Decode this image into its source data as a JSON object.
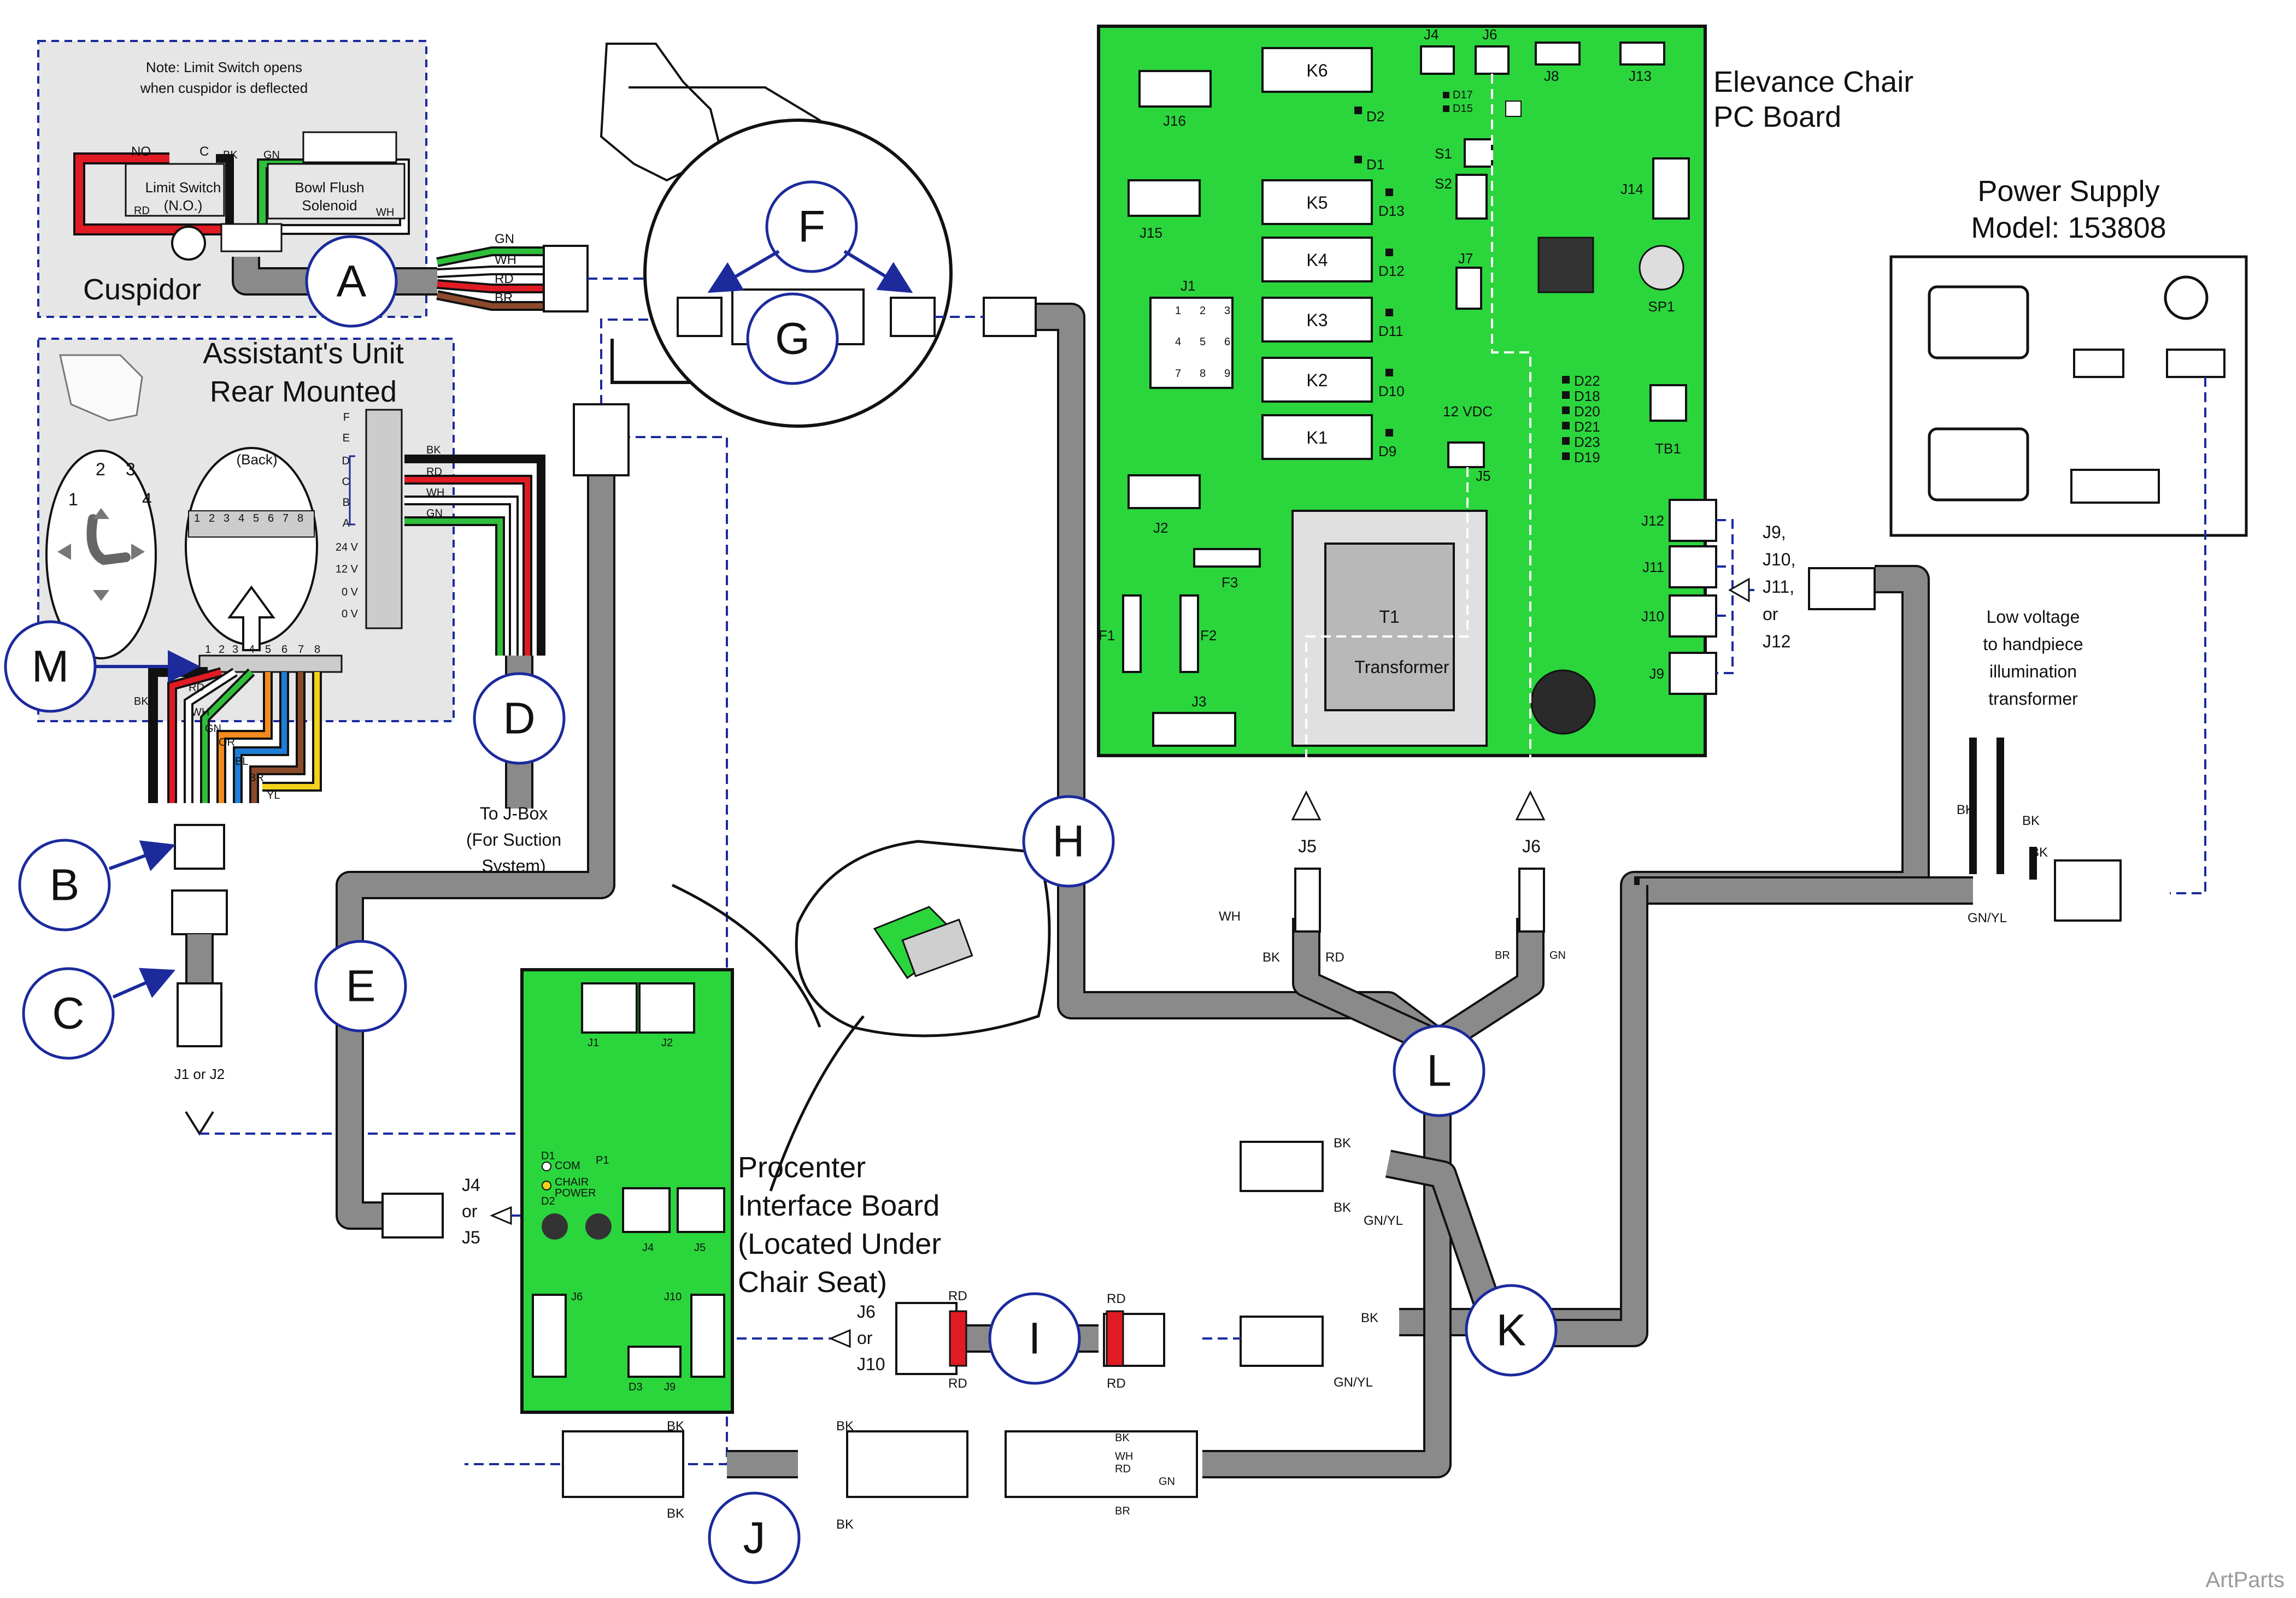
{
  "callouts": {
    "A": "A",
    "B": "B",
    "C": "C",
    "D": "D",
    "E": "E",
    "F": "F",
    "G": "G",
    "H": "H",
    "I": "I",
    "J": "J",
    "K": "K",
    "L": "L",
    "M": "M"
  },
  "cuspidor": {
    "note": [
      "Note: Limit Switch opens",
      "when cuspidor is deflected"
    ],
    "limit_switch": [
      "Limit Switch",
      "(N.O.)"
    ],
    "solenoid": [
      "Bowl Flush",
      "Solenoid"
    ],
    "label": "Cuspidor",
    "wire_labels": {
      "no": "NO",
      "c": "C",
      "bk": "BK",
      "gn": "GN",
      "rd": "RD",
      "wh": "WH"
    },
    "harness_wires": [
      "GN",
      "WH",
      "RD",
      "BR"
    ]
  },
  "assistant_unit": {
    "title": [
      "Assistant's Unit",
      "Rear Mounted"
    ],
    "front_numbers": [
      "1",
      "2",
      "3",
      "4"
    ],
    "back_label": "(Back)",
    "back_pins": [
      "1",
      "2",
      "3",
      "4",
      "5",
      "6",
      "7",
      "8"
    ],
    "terminal_left": [
      "F",
      "E",
      "D",
      "C",
      "B",
      "A",
      "24 V",
      "12 V",
      "0 V",
      "0 V"
    ],
    "terminal_wires": [
      "BK",
      "RD",
      "WH",
      "GN"
    ],
    "ribbon_pins": [
      "1",
      "2",
      "3",
      "4",
      "5",
      "6",
      "7",
      "8"
    ],
    "ribbon_wires": [
      "BK",
      "RD",
      "WH",
      "GN",
      "OR",
      "BL",
      "BR",
      "YL"
    ]
  },
  "jbox_note": [
    "To J-Box",
    "(For Suction",
    "System)"
  ],
  "c_port": "J1 or J2",
  "pc_board": {
    "title": [
      "Elevance Chair",
      "PC Board"
    ],
    "relays": [
      "K6",
      "K5",
      "K4",
      "K3",
      "K2",
      "K1"
    ],
    "diodes_left": [
      "D2",
      "D1",
      "D13",
      "D12",
      "D11",
      "D10",
      "D9"
    ],
    "diodes_right": [
      "D22",
      "D18",
      "D20",
      "D21",
      "D23",
      "D19"
    ],
    "diodes_top": [
      "D17",
      "D15"
    ],
    "headers": [
      "J4",
      "J6",
      "J8",
      "J13",
      "J16",
      "J15",
      "J1",
      "J2",
      "J3",
      "J14",
      "J7",
      "J5"
    ],
    "switches": [
      "S1",
      "S2"
    ],
    "fuses": [
      "F3",
      "F1",
      "F2"
    ],
    "misc": [
      "SP1",
      "TB1"
    ],
    "j_pins": [
      "1",
      "2",
      "3",
      "4",
      "5",
      "6",
      "7",
      "8",
      "9"
    ],
    "jacks": [
      "J12",
      "J11",
      "J10",
      "J9"
    ],
    "vdc": "12 VDC",
    "transformer": [
      "T1",
      "Transformer"
    ],
    "port_callout": [
      "J9,",
      "J10,",
      "J11,",
      "or",
      "J12"
    ]
  },
  "power_supply": {
    "title": [
      "Power Supply",
      "Model: 153808"
    ],
    "lv_note": [
      "Low voltage",
      "to handpiece",
      "illumination",
      "transformer"
    ],
    "wires": [
      "BK",
      "BK",
      "BK",
      "GN/YL"
    ]
  },
  "plugs": {
    "j5": "J5",
    "j6": "J6",
    "j5_wires": [
      "WH",
      "BK",
      "RD"
    ],
    "j6_wires": [
      "BR",
      "GN"
    ]
  },
  "procenter": {
    "title": [
      "Procenter",
      "Interface Board",
      "(Located Under",
      "Chair Seat)"
    ],
    "headers": [
      "J1",
      "J2",
      "J4",
      "J5",
      "J6",
      "J10",
      "J9"
    ],
    "leds": [
      "D1",
      "D2",
      "D3",
      "P1"
    ],
    "led_labels": [
      "COM",
      "CHAIR",
      "POWER"
    ],
    "j4_callout": [
      "J4",
      "or",
      "J5"
    ],
    "j6_callout": [
      "J6",
      "or",
      "J10"
    ]
  },
  "k_wires": [
    "BK",
    "BK",
    "GN/YL",
    "BK",
    "GN/YL"
  ],
  "i_wires": [
    "RD",
    "RD",
    "RD",
    "RD"
  ],
  "j_wires": [
    "BK",
    "BK",
    "BK",
    "BK",
    "BK",
    "WH",
    "RD",
    "GN",
    "BR"
  ],
  "watermark": "ArtParts",
  "colors": {
    "board_green": "#2bd63c",
    "harness_gray": "#8a8a8a",
    "callout_blue": "#1c2a9c",
    "wire_red": "#e01b24",
    "wire_green": "#2fbf3a",
    "wire_brown": "#8b4a2b",
    "wire_orange": "#f28c1c",
    "wire_blue": "#1e7ed8",
    "wire_yellow": "#f2d21c"
  }
}
